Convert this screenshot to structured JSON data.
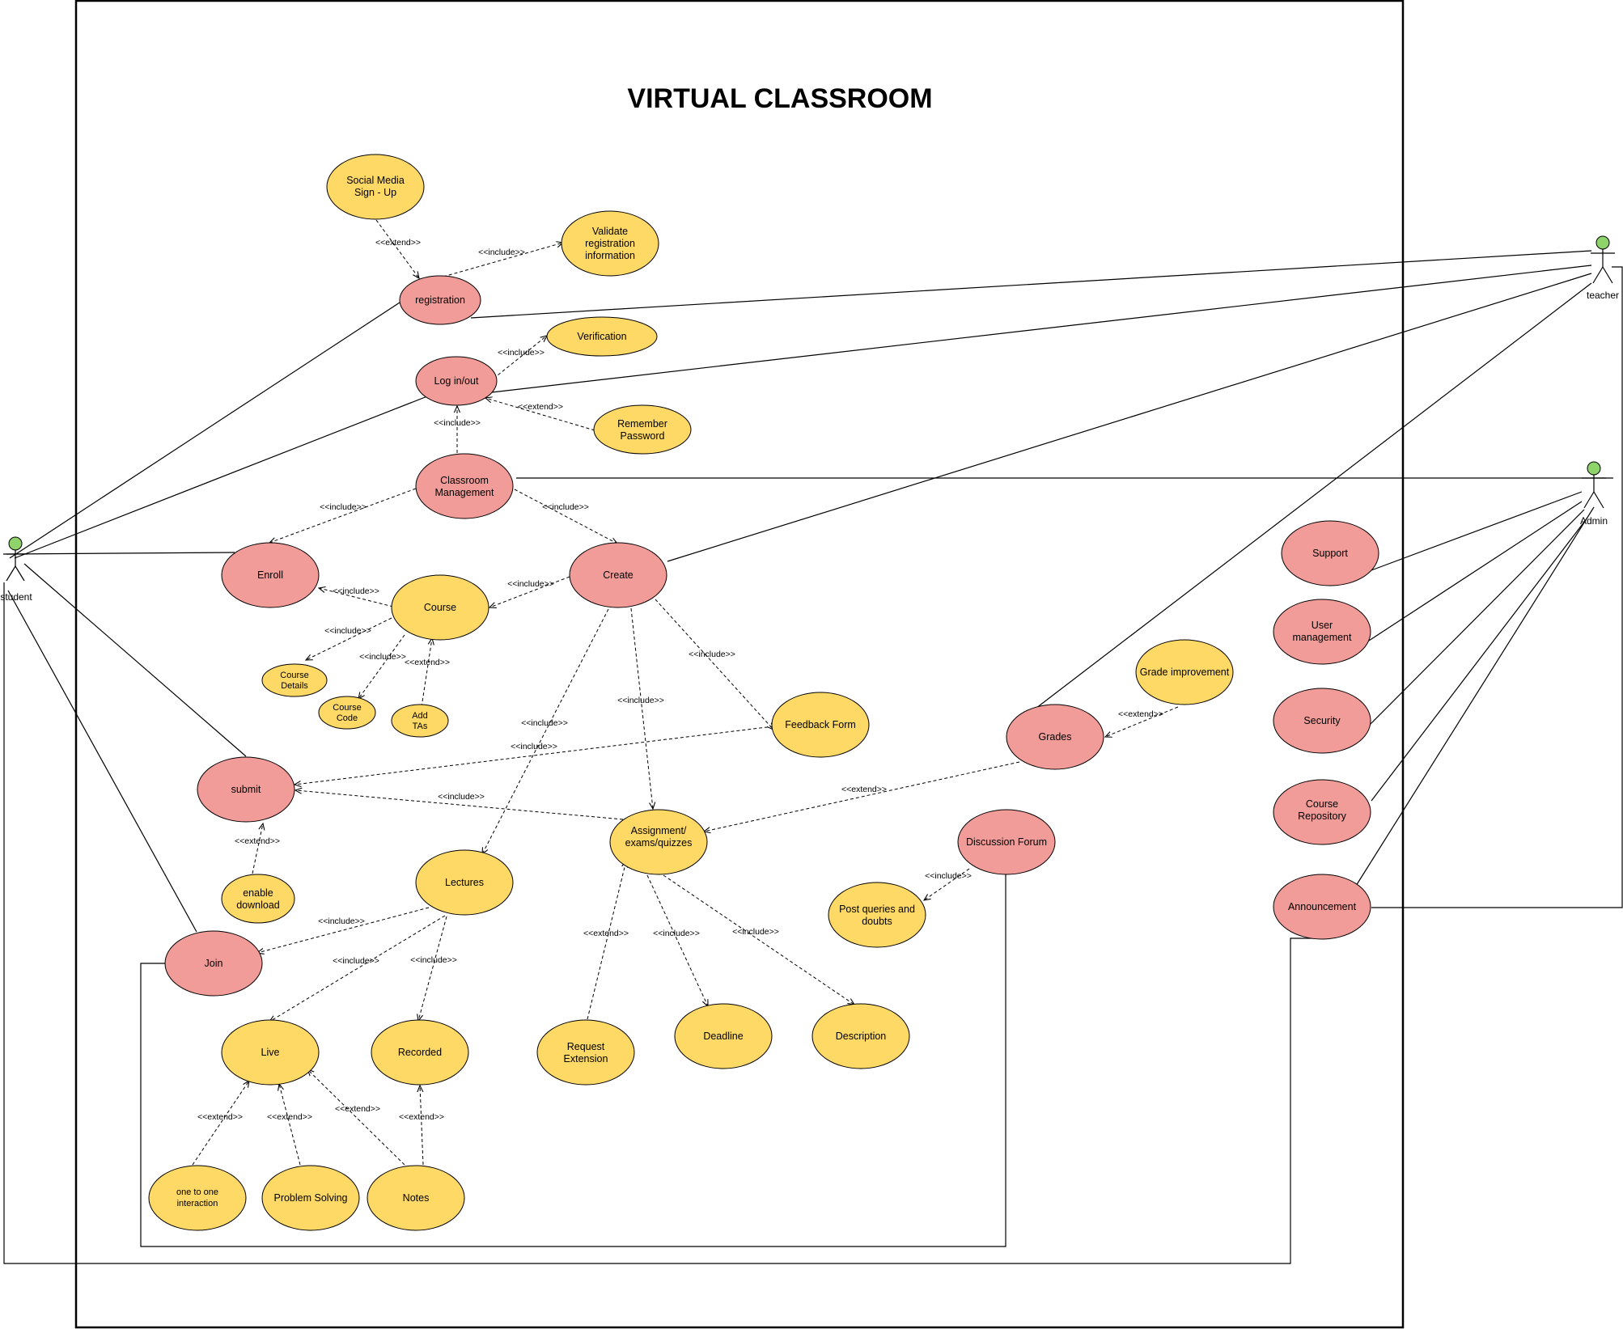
{
  "title": "VIRTUAL CLASSROOM",
  "colors": {
    "primary_case": "#f19c99",
    "secondary_case": "#ffd966",
    "actor_head": "#8fd36b",
    "stroke": "#000000"
  },
  "actors": {
    "student": "student",
    "teacher": "teacher",
    "admin": "Admin"
  },
  "use_cases": {
    "social_media": "Social Media Sign - Up",
    "validate": "Validate registration information",
    "registration": "registration",
    "verification": "Verification",
    "login": "Log in/out",
    "remember": "Remember Password",
    "classroom_mgmt": "Classroom Management",
    "enroll": "Enroll",
    "create": "Create",
    "course": "Course",
    "course_details": "Course Details",
    "course_code": "Course Code",
    "add_tas": "Add TAs",
    "feedback": "Feedback Form",
    "grade_improvement": "Grade improvement",
    "grades": "Grades",
    "submit": "submit",
    "enable_download": "enable download",
    "assignment": "Assignment/ exams/quizzes",
    "discussion": "Discussion Forum",
    "post_queries": "Post queries and doubts",
    "lectures": "Lectures",
    "join": "Join",
    "live": "Live",
    "recorded": "Recorded",
    "request_extension": "Request Extension",
    "deadline": "Deadline",
    "description": "Description",
    "one_to_one": "one to one interaction",
    "problem_solving": "Problem Solving",
    "notes": "Notes",
    "support": "Support",
    "user_mgmt": "User management",
    "security": "Security",
    "course_repo": "Course Repository",
    "announcement": "Announcement"
  },
  "relations": {
    "include": "<<include>>",
    "extend": "<<extend>>"
  }
}
